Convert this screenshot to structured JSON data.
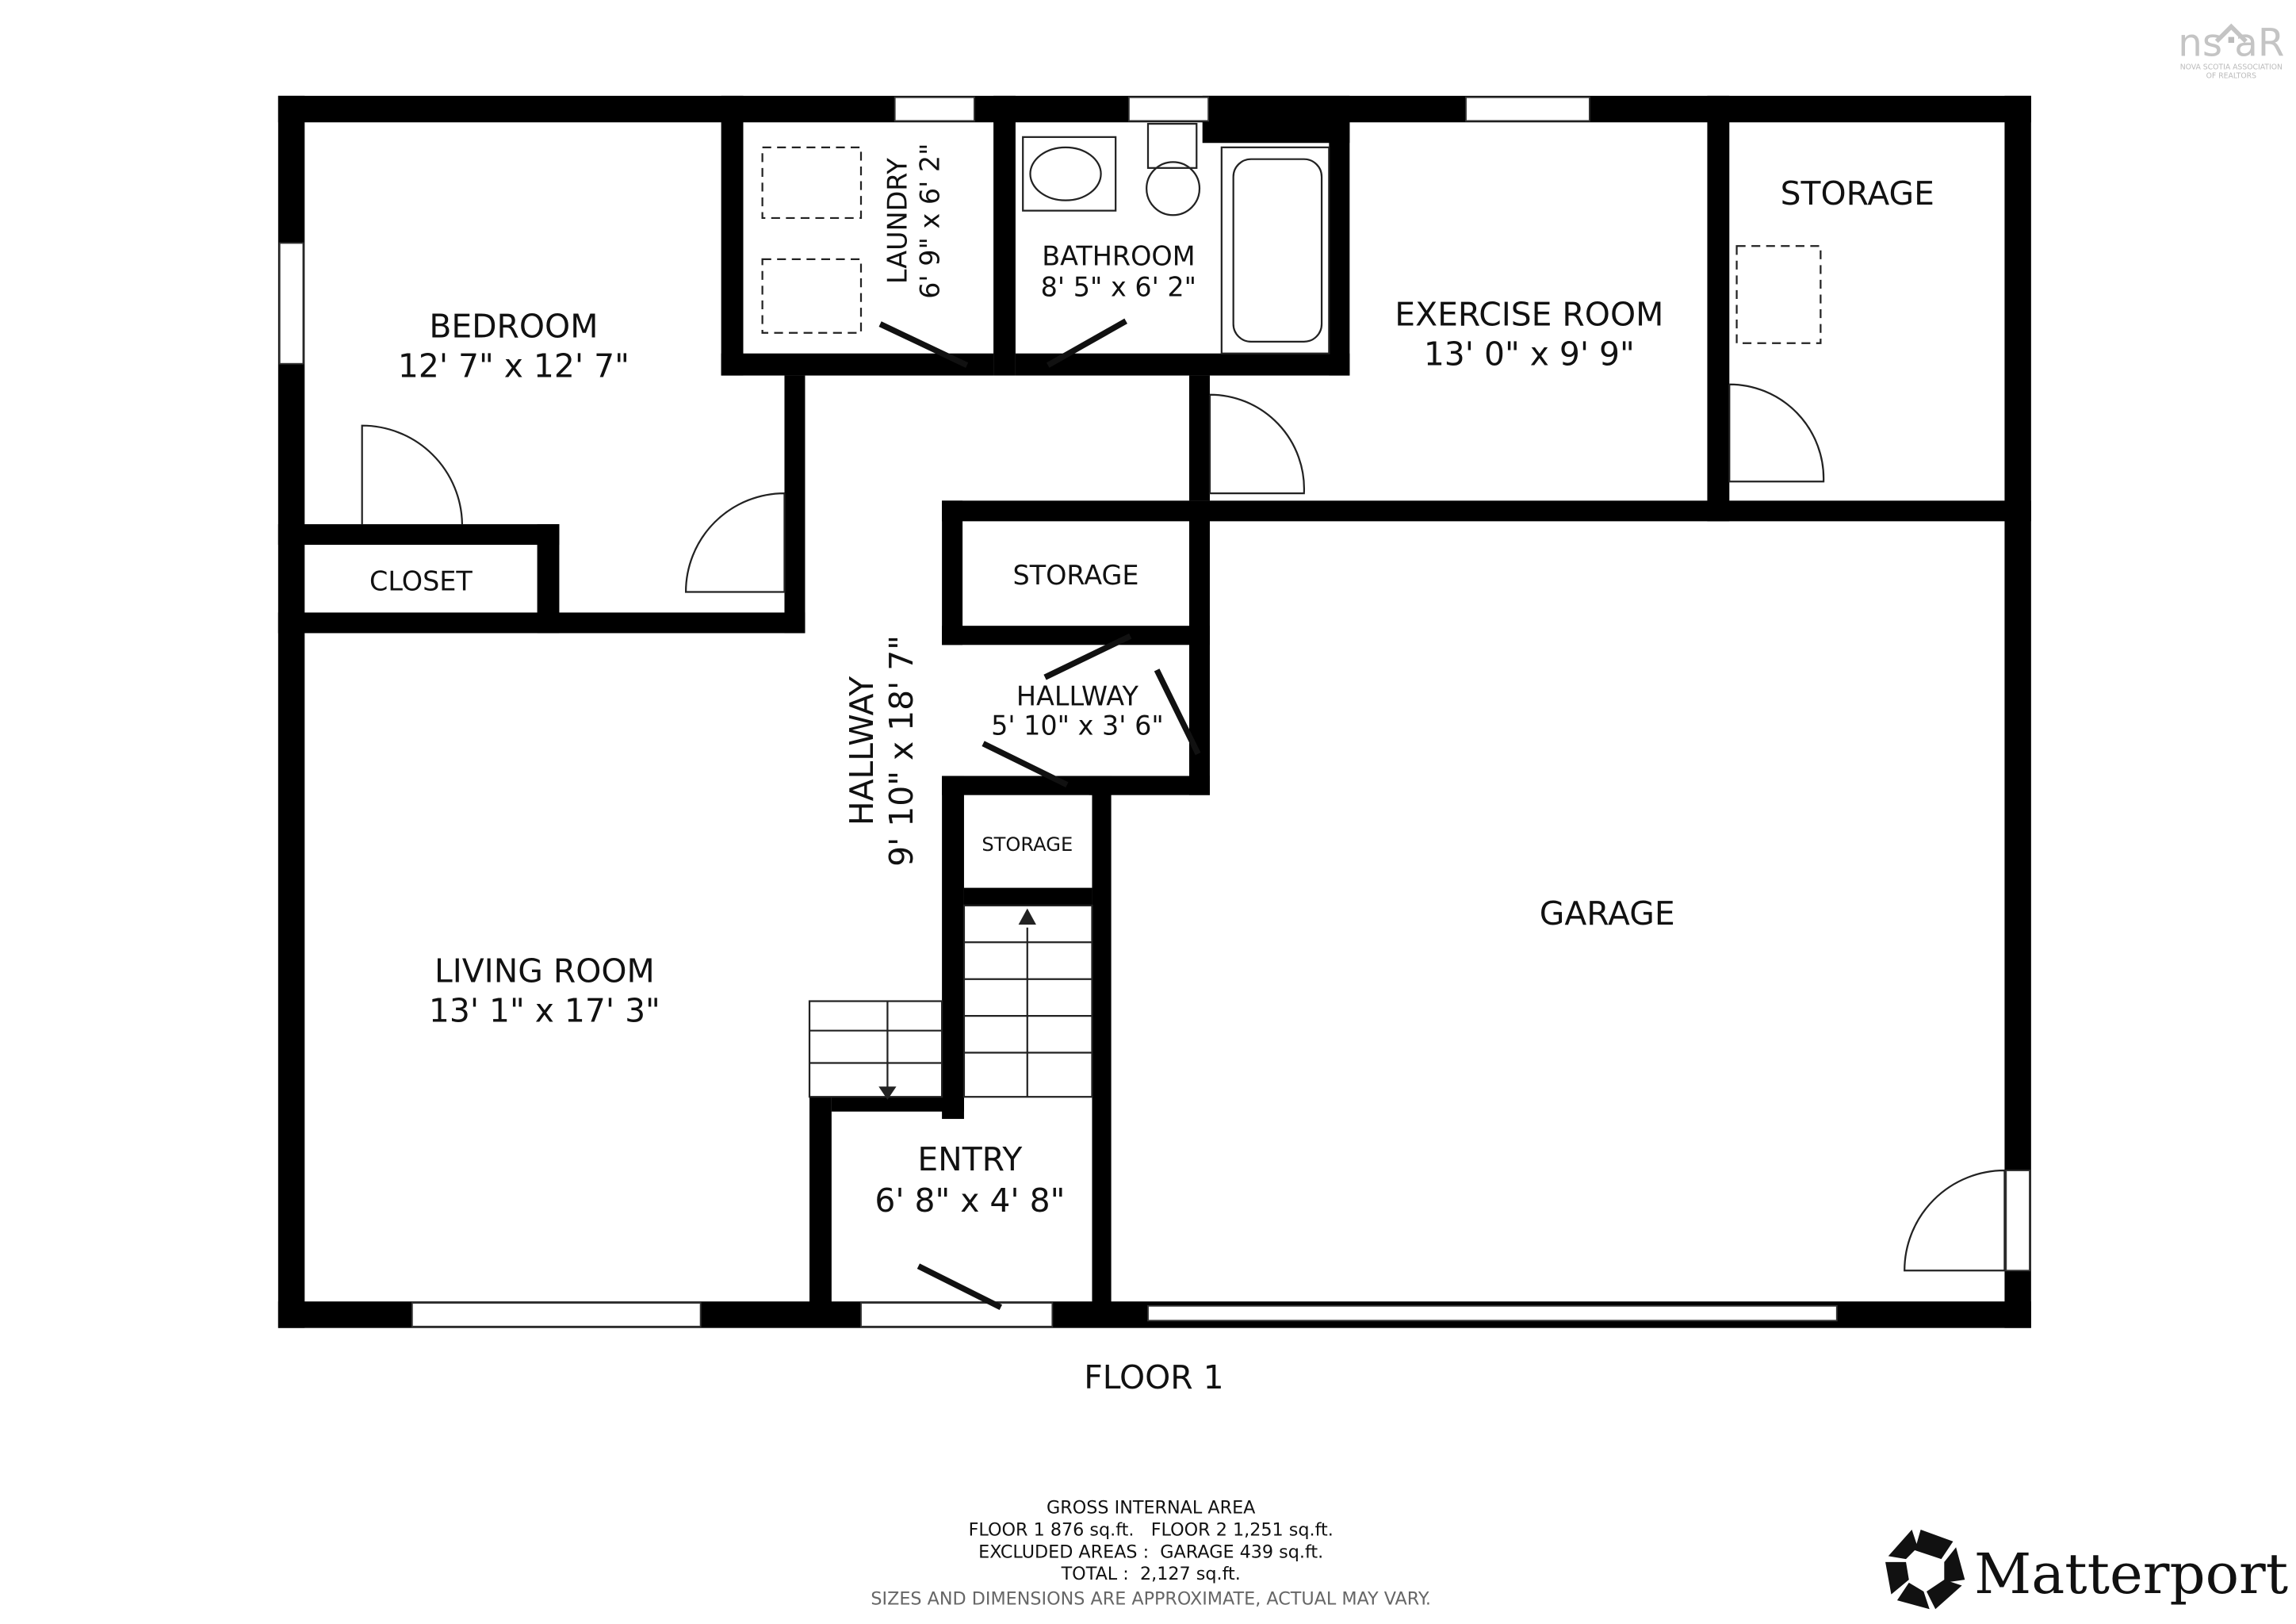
{
  "brand_logo": {
    "text": "nsar",
    "subtitle": "NOVA SCOTIA ASSOCIATION OF REALTORS"
  },
  "floor_title": "FLOOR 1",
  "rooms": {
    "bedroom": {
      "name": "BEDROOM",
      "dims": "12' 7\" x 12' 7\""
    },
    "laundry": {
      "name": "LAUNDRY",
      "dims": "6' 9\" x 6' 2\""
    },
    "bathroom": {
      "name": "BATHROOM",
      "dims": "8' 5\" x 6' 2\""
    },
    "exercise": {
      "name": "EXERCISE ROOM",
      "dims": "13' 0\" x 9' 9\""
    },
    "storage_top": {
      "name": "STORAGE"
    },
    "closet": {
      "name": "CLOSET"
    },
    "storage_mid": {
      "name": "STORAGE"
    },
    "hallway_small": {
      "name": "HALLWAY",
      "dims": "5' 10\" x 3' 6\""
    },
    "hallway_main": {
      "name": "HALLWAY",
      "dims": "9' 10\" x 18' 7\""
    },
    "storage_small": {
      "name": "STORAGE"
    },
    "living": {
      "name": "LIVING ROOM",
      "dims": "13' 1\" x 17' 3\""
    },
    "garage": {
      "name": "GARAGE"
    },
    "entry": {
      "name": "ENTRY",
      "dims": "6' 8\" x 4' 8\""
    }
  },
  "area_summary": {
    "heading": "GROSS INTERNAL AREA",
    "floors": "FLOOR 1 876 sq.ft.   FLOOR 2 1,251 sq.ft.",
    "excluded": "EXCLUDED AREAS :  GARAGE 439 sq.ft.",
    "total": "TOTAL :  2,127 sq.ft.",
    "disclaimer": "SIZES AND DIMENSIONS ARE APPROXIMATE, ACTUAL MAY VARY."
  },
  "matterport_logo": {
    "text": "Matterport",
    "icon": "matterport-icon"
  },
  "colors": {
    "wall": "#000000",
    "disclaimer": "#666666",
    "logo_gray": "#bbbbbb"
  }
}
